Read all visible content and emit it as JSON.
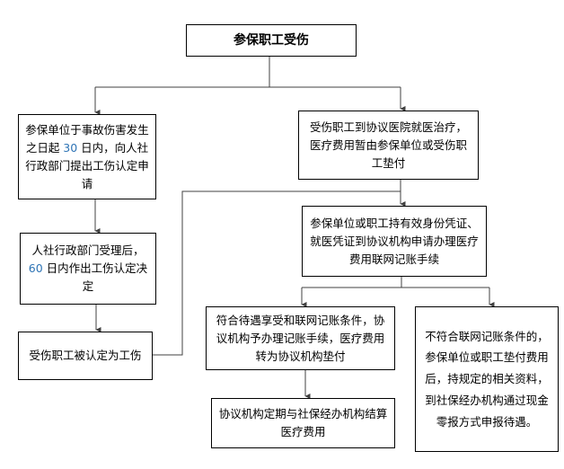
{
  "flowchart": {
    "heading": "参保职工受伤",
    "colors": {
      "box_border": "#000000",
      "line": "#404040",
      "number_highlight": "#2e74b5",
      "background": "#ffffff"
    },
    "nodes": {
      "start": {
        "text": "参保职工受伤"
      },
      "apply_determination": {
        "pre": "参保单位于事故伤害发生之日起 ",
        "num": "30",
        "post": " 日内，向人社行政部门提出工伤认定申请"
      },
      "decision": {
        "pre": "人社行政部门受理后，",
        "num": "60",
        "post": " 日内作出工伤认定决定"
      },
      "recognized": {
        "text": "受伤职工被认定为工伤"
      },
      "hospital_treatment": {
        "text": "受伤职工到协议医院就医治疗，医疗费用暂由参保单位或受伤职工垫付"
      },
      "apply_network_billing": {
        "text": "参保单位或职工持有效身份凭证、就医凭证到协议机构申请办理医疗费用联网记账手续"
      },
      "meets_conditions": {
        "text": "符合待遇享受和联网记账条件，协议机构予办理记账手续，医疗费用转为协议机构垫付"
      },
      "not_meets_conditions": {
        "text": "不符合联网记账条件的，参保单位或职工垫付费用后，持规定的相关资料，到社保经办机构通过现金零报方式申报待遇。"
      },
      "periodic_settlement": {
        "text": "协议机构定期与社保经办机构结算医疗费用"
      }
    },
    "edges": [
      {
        "from": "start",
        "to": "apply_determination"
      },
      {
        "from": "start",
        "to": "hospital_treatment"
      },
      {
        "from": "apply_determination",
        "to": "decision"
      },
      {
        "from": "decision",
        "to": "recognized"
      },
      {
        "from": "recognized",
        "to": "apply_network_billing"
      },
      {
        "from": "hospital_treatment",
        "to": "apply_network_billing"
      },
      {
        "from": "apply_network_billing",
        "to": "meets_conditions"
      },
      {
        "from": "apply_network_billing",
        "to": "not_meets_conditions"
      },
      {
        "from": "meets_conditions",
        "to": "periodic_settlement"
      }
    ]
  }
}
